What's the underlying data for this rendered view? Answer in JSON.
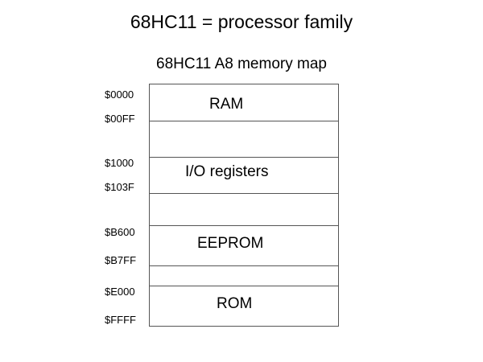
{
  "title": "68HC11 = processor family",
  "subtitle": "68HC11 A8 memory map",
  "regions": [
    {
      "label": "RAM"
    },
    {
      "label": "I/O registers"
    },
    {
      "label": "EEPROM"
    },
    {
      "label": "ROM"
    }
  ],
  "addresses": [
    "$0000",
    "$00FF",
    "$1000",
    "$103F",
    "$B600",
    "$B7FF",
    "$E000",
    "$FFFF"
  ]
}
